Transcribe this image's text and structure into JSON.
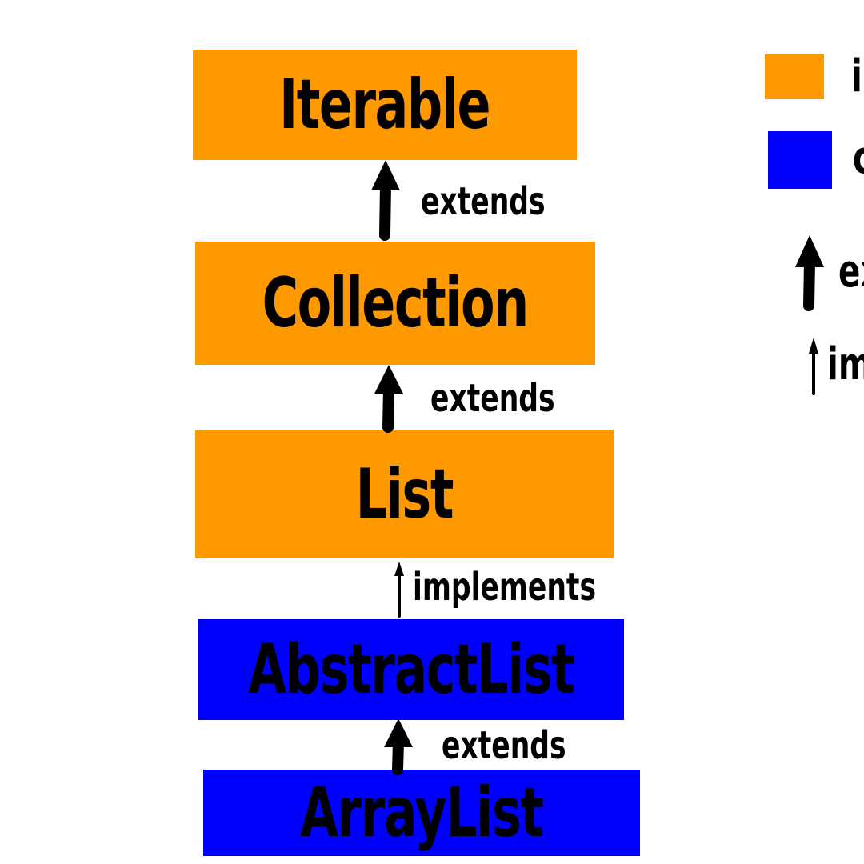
{
  "diagram": {
    "nodes": {
      "iterable": "Iterable",
      "collection": "Collection",
      "list": "List",
      "abstract_list": "AbstractList",
      "array_list": "ArrayList"
    },
    "edges": {
      "collection_to_iterable": "extends",
      "list_to_collection": "extends",
      "abstractlist_to_list": "implements",
      "arraylist_to_abstractlist": "extends"
    },
    "colors": {
      "interface": "#ff9900",
      "class": "#0000ff"
    }
  },
  "legend": {
    "interface_label": "i",
    "class_label": "c",
    "extends_label": "ex",
    "implements_label": "im"
  }
}
